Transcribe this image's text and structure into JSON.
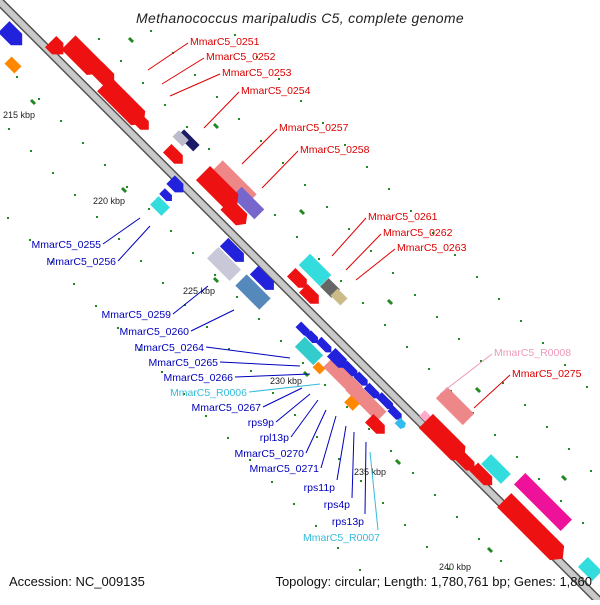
{
  "title": "Methanococcus maripaludis C5, complete genome",
  "accession": "Accession: NC_009135",
  "topology": "Topology: circular; Length: 1,780,761 bp; Genes: 1,860",
  "colors": {
    "backbone": "#8a8a8a",
    "red_label": "#dd0000",
    "blue_label": "#0000bb",
    "cyan_label": "#33bbdd",
    "pink_label": "#ee99bb",
    "tick": "#228822"
  },
  "kbp_ticks": [
    {
      "label": "215 kbp"
    },
    {
      "label": "220 kbp"
    },
    {
      "label": "225 kbp"
    },
    {
      "label": "230 kbp"
    },
    {
      "label": "235 kbp"
    },
    {
      "label": "240 kbp"
    }
  ],
  "gene_labels": [
    {
      "id": "lbl-0251",
      "text": "MmarC5_0251",
      "color": "red"
    },
    {
      "id": "lbl-0252",
      "text": "MmarC5_0252",
      "color": "red"
    },
    {
      "id": "lbl-0253",
      "text": "MmarC5_0253",
      "color": "red"
    },
    {
      "id": "lbl-0254",
      "text": "MmarC5_0254",
      "color": "red"
    },
    {
      "id": "lbl-0257",
      "text": "MmarC5_0257",
      "color": "red"
    },
    {
      "id": "lbl-0258",
      "text": "MmarC5_0258",
      "color": "red"
    },
    {
      "id": "lbl-0261",
      "text": "MmarC5_0261",
      "color": "red"
    },
    {
      "id": "lbl-0262",
      "text": "MmarC5_0262",
      "color": "red"
    },
    {
      "id": "lbl-0263",
      "text": "MmarC5_0263",
      "color": "red"
    },
    {
      "id": "lbl-r0008",
      "text": "MmarC5_R0008",
      "color": "pink"
    },
    {
      "id": "lbl-0275",
      "text": "MmarC5_0275",
      "color": "red"
    },
    {
      "id": "lbl-0255",
      "text": "MmarC5_0255",
      "color": "blue"
    },
    {
      "id": "lbl-0256",
      "text": "MmarC5_0256",
      "color": "blue"
    },
    {
      "id": "lbl-0259",
      "text": "MmarC5_0259",
      "color": "blue"
    },
    {
      "id": "lbl-0260",
      "text": "MmarC5_0260",
      "color": "blue"
    },
    {
      "id": "lbl-0264",
      "text": "MmarC5_0264",
      "color": "blue"
    },
    {
      "id": "lbl-0265",
      "text": "MmarC5_0265",
      "color": "blue"
    },
    {
      "id": "lbl-0266",
      "text": "MmarC5_0266",
      "color": "blue"
    },
    {
      "id": "lbl-r0006",
      "text": "MmarC5_R0006",
      "color": "cyan"
    },
    {
      "id": "lbl-0267",
      "text": "MmarC5_0267",
      "color": "blue"
    },
    {
      "id": "lbl-rps9p",
      "text": "rps9p",
      "color": "blue"
    },
    {
      "id": "lbl-rpl13p",
      "text": "rpl13p",
      "color": "blue"
    },
    {
      "id": "lbl-0270",
      "text": "MmarC5_0270",
      "color": "blue"
    },
    {
      "id": "lbl-0271",
      "text": "MmarC5_0271",
      "color": "blue"
    },
    {
      "id": "lbl-rps11p",
      "text": "rps11p",
      "color": "blue"
    },
    {
      "id": "lbl-rps4p",
      "text": "rps4p",
      "color": "blue"
    },
    {
      "id": "lbl-rps13p",
      "text": "rps13p",
      "color": "blue"
    },
    {
      "id": "lbl-r0007",
      "text": "MmarC5_R0007",
      "color": "cyan"
    }
  ]
}
